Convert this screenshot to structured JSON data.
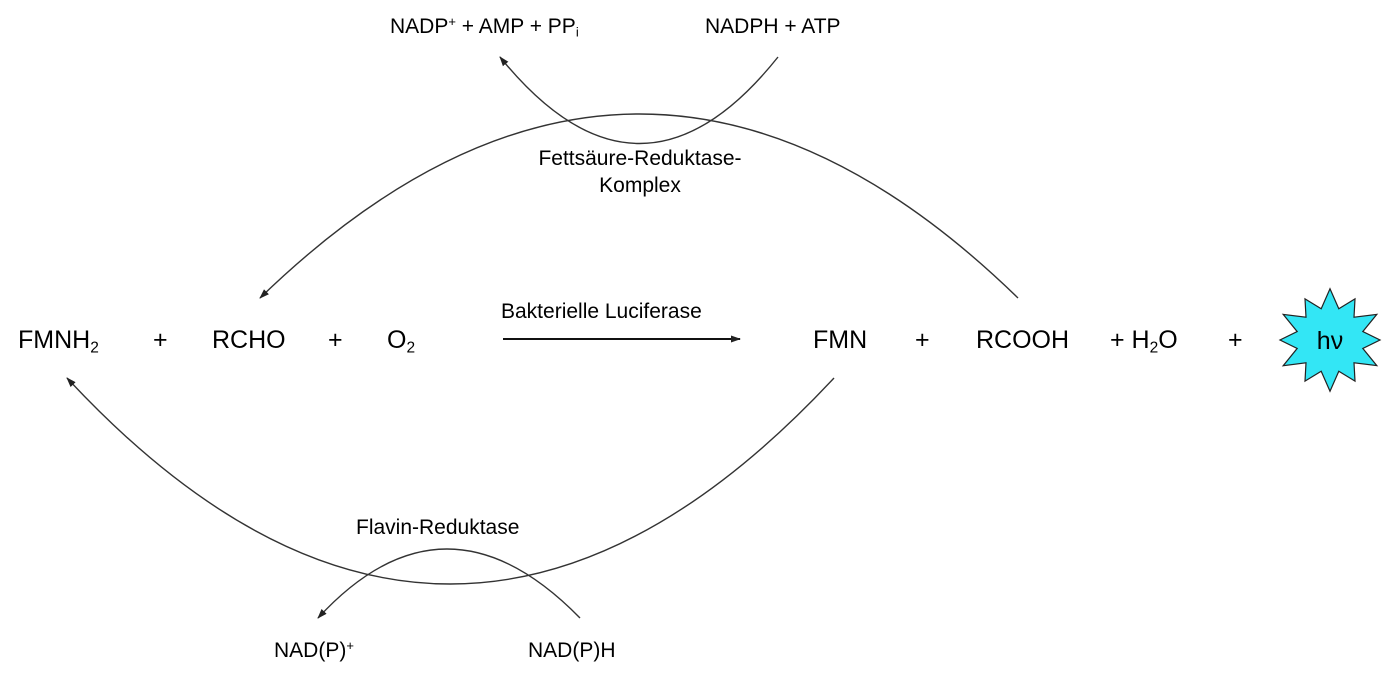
{
  "main_reaction": {
    "fmnh2": {
      "base": "FMNH",
      "sub": "2"
    },
    "plus_1": "+",
    "rcho": "RCHO",
    "plus_2": "+",
    "o2": {
      "base": "O",
      "sub": "2"
    },
    "enzyme": "Bakterielle Luciferase",
    "fmn": "FMN",
    "plus_3": "+",
    "rcooh": "RCOOH",
    "h2o": {
      "pre": "+ H",
      "sub": "2",
      "post": "O"
    },
    "plus_4": "+",
    "light": "hν"
  },
  "upper_cycle": {
    "products": {
      "pre": "NADP",
      "sup": "+",
      "mid": " + AMP + PP",
      "sub": "i"
    },
    "reactants": "NADPH + ATP",
    "enzyme_line1": "Fettsäure-Reduktase-",
    "enzyme_line2": "Komplex"
  },
  "lower_cycle": {
    "enzyme": "Flavin-Reduktase",
    "product": {
      "pre": "NAD(P)",
      "sup": "+"
    },
    "reactant": "NAD(P)H"
  },
  "colors": {
    "light_burst_fill": "#33e6f5",
    "line": "#333333"
  }
}
